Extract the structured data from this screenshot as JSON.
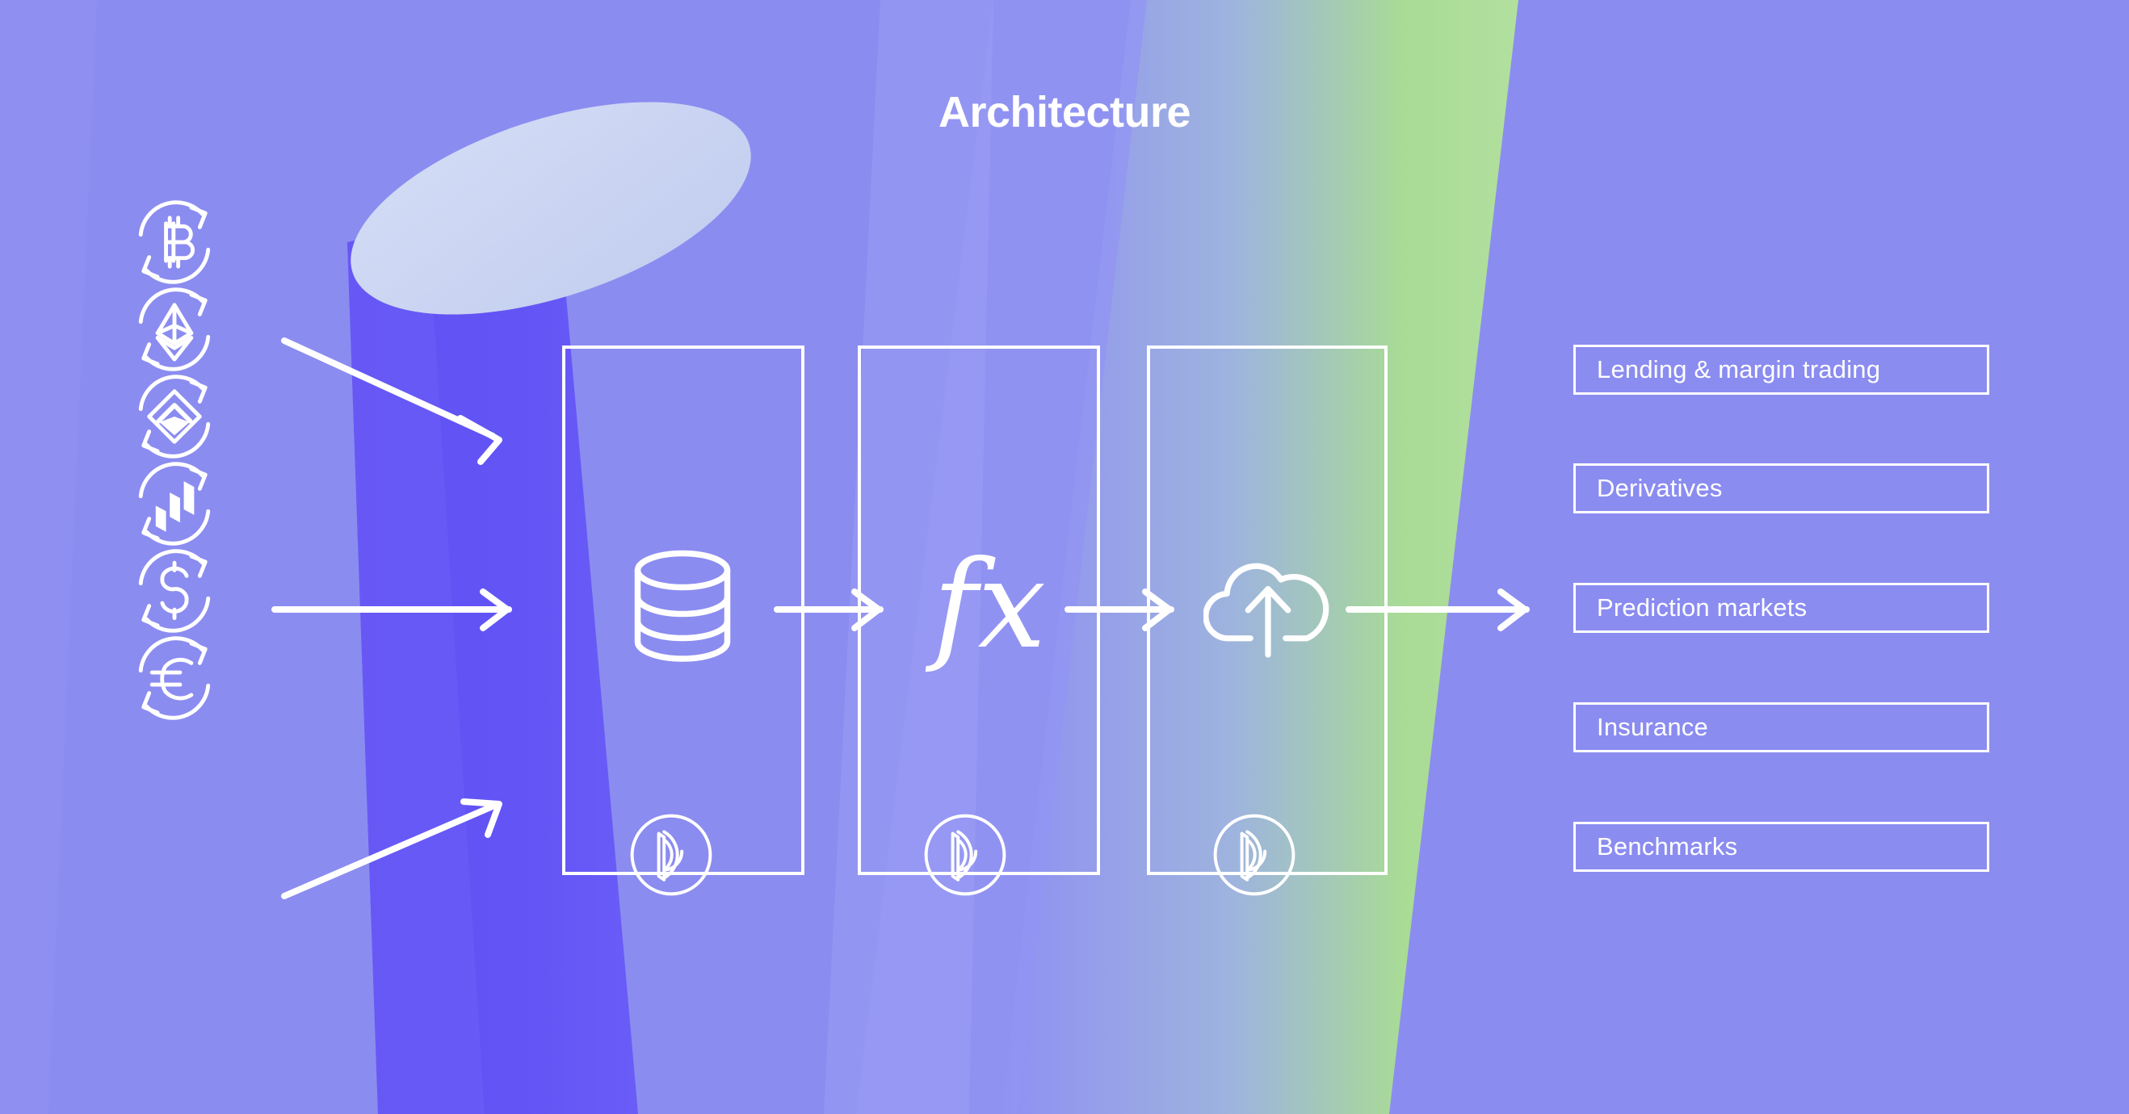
{
  "title": "Architecture",
  "colors": {
    "background": "#8b8cf0",
    "cylinder_body": "#5b4cf0",
    "cylinder_top": "#ccd5f2",
    "beam_light": "#9a9bf5",
    "beam_green": "#a8dd92",
    "stroke": "#ffffff"
  },
  "sources": [
    {
      "name": "bitcoin",
      "symbol": "B",
      "icon": "bitcoin-exchange-icon"
    },
    {
      "name": "ethereum",
      "symbol": "ETH",
      "icon": "ethereum-exchange-icon"
    },
    {
      "name": "diamond-token",
      "symbol": "DIAMOND",
      "icon": "diamond-token-exchange-icon"
    },
    {
      "name": "stacked-token",
      "symbol": "STACK",
      "icon": "stacked-bars-exchange-icon"
    },
    {
      "name": "dollar",
      "symbol": "$",
      "icon": "dollar-exchange-icon"
    },
    {
      "name": "euro",
      "symbol": "E",
      "icon": "euro-exchange-icon"
    }
  ],
  "pipeline": [
    {
      "name": "storage",
      "icon": "database-icon",
      "badge": "dia-logo-badge"
    },
    {
      "name": "computation",
      "icon": "fx-icon",
      "glyph": "fx",
      "badge": "dia-logo-badge"
    },
    {
      "name": "delivery",
      "icon": "cloud-upload-icon",
      "badge": "dia-logo-badge"
    }
  ],
  "outputs": [
    {
      "label": "Lending & margin trading"
    },
    {
      "label": "Derivatives"
    },
    {
      "label": "Prediction markets"
    },
    {
      "label": "Insurance"
    },
    {
      "label": "Benchmarks"
    }
  ]
}
